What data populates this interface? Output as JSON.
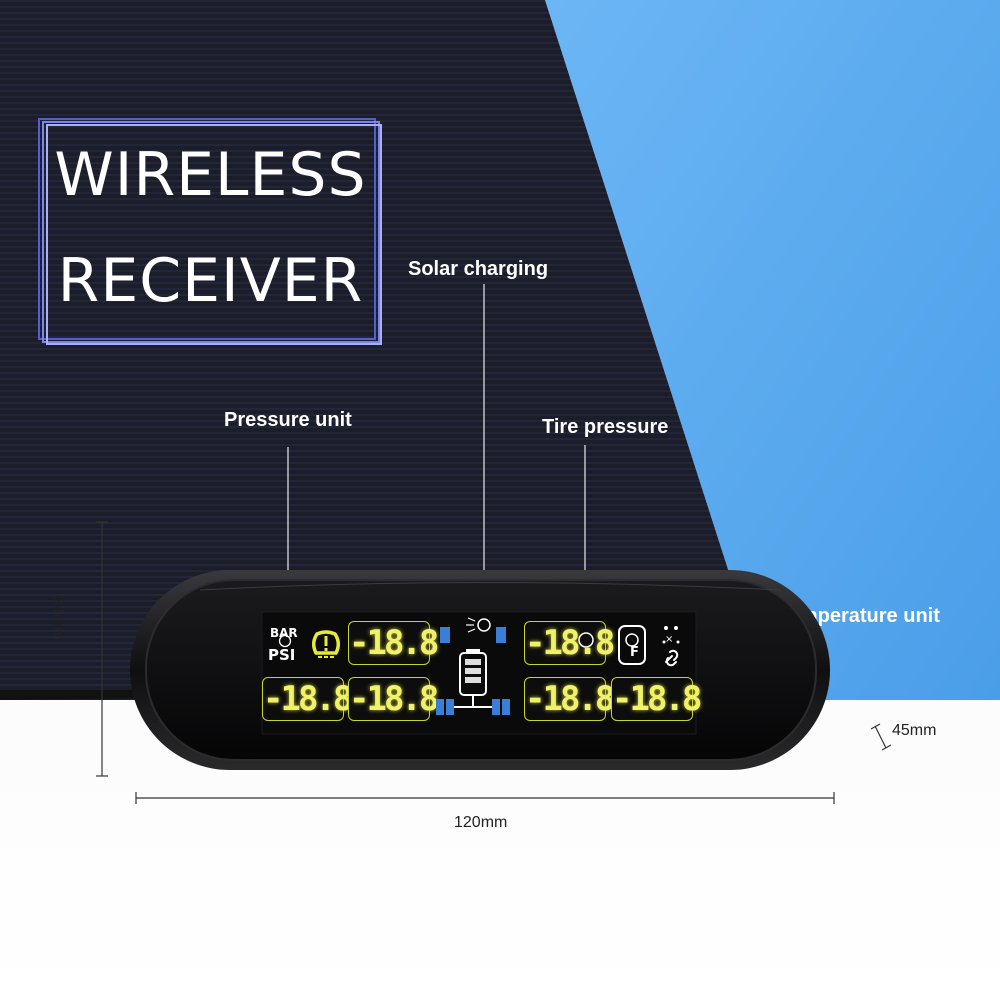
{
  "title": {
    "line1": "WIRELESS",
    "line2": "RECEIVER"
  },
  "callouts": {
    "solar": "Solar charging",
    "pressure_unit": "Pressure unit",
    "tire_pressure": "Tire pressure",
    "temperature_unit": "Temperature unit"
  },
  "dimensions": {
    "height": "34mm",
    "depth": "45mm",
    "width": "120mm"
  },
  "display": {
    "units": {
      "bar": "BAR",
      "psi": "PSI",
      "fahrenheit": "F"
    },
    "readings": [
      "-18.8",
      "-18.8",
      "-18.8",
      "-18.8",
      "-18.8",
      "-18.8"
    ]
  },
  "colors": {
    "dark_bg": "#1d1f2b",
    "blue_stripe": "#5aaaf0",
    "lcd_digits": "#f1f16a",
    "tpms_icon": "#e8e83a"
  }
}
